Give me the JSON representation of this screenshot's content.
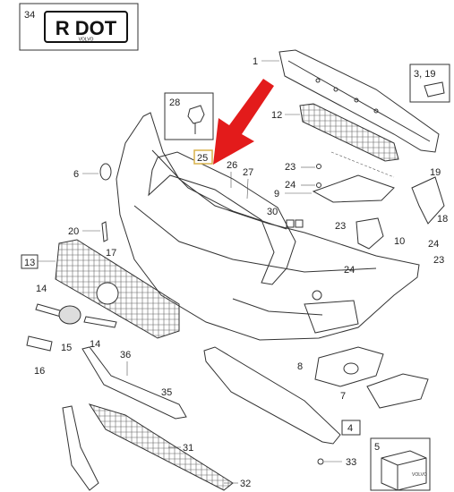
{
  "inset_badge": {
    "number": "34",
    "text": "R DOT",
    "brand": "VOLVO"
  },
  "callouts": {
    "c1": "1",
    "c3_19": "3, 19",
    "c5": "5",
    "c6": "6",
    "c7": "7",
    "c8": "8",
    "c9": "9",
    "c10": "10",
    "c12": "12",
    "c13": "13",
    "c14a": "14",
    "c14b": "14",
    "c15": "15",
    "c16": "16",
    "c17": "17",
    "c18": "18",
    "c19": "19",
    "c20": "20",
    "c23a": "23",
    "c23b": "23",
    "c23c": "23",
    "c24a": "24",
    "c24b": "24",
    "c24c": "24",
    "c25": "25",
    "c26": "26",
    "c27": "27",
    "c28": "28",
    "c30": "30",
    "c31": "31",
    "c32": "32",
    "c33": "33",
    "c35": "35",
    "c36": "36",
    "c4": "4"
  },
  "box5_brand": "VOLVO",
  "colors": {
    "highlight_arrow": "#e31b1b",
    "line": "#333333",
    "label_box_25": "#d8b24a"
  }
}
